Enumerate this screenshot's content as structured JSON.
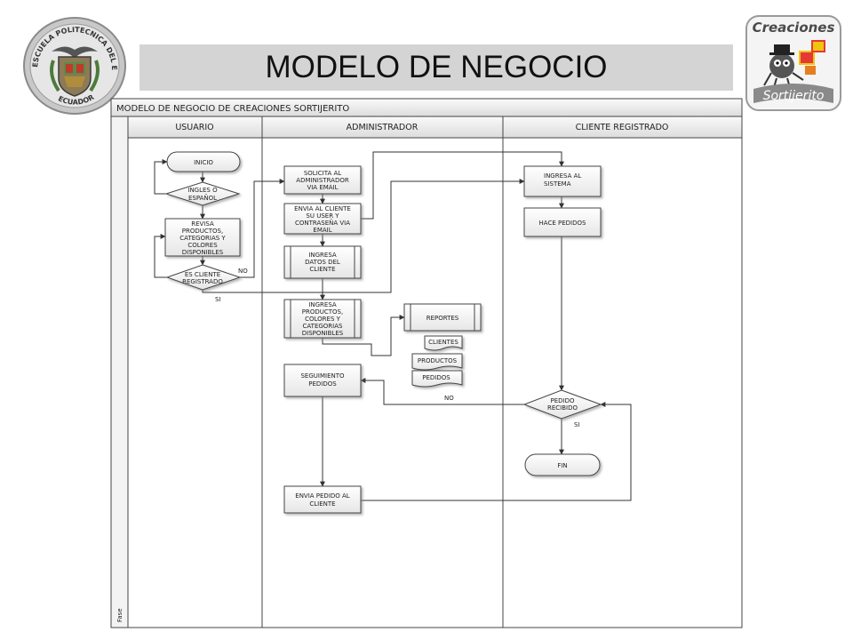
{
  "page": {
    "title": "MODELO DE NEGOCIO"
  },
  "logos": {
    "left": {
      "arc_text": "ESCUELA POLITECNICA DEL EJERCITO",
      "bottom_text": "ECUADOR"
    },
    "right": {
      "top_text": "Creaciones",
      "bottom_text": "Sortijerito"
    }
  },
  "diagram": {
    "header": "MODELO DE NEGOCIO DE CREACIONES SORTIJERITO",
    "phase_label": "Fase",
    "lanes": [
      "USUARIO",
      "ADMINISTRADOR",
      "CLIENTE REGISTRADO"
    ],
    "nodes": {
      "inicio": "INICIO",
      "ingles": [
        "INGLES O",
        "ESPAÑOL"
      ],
      "revisa": [
        "REVISA",
        "PRODUCTOS,",
        "CATEGORIAS Y",
        "COLORES",
        "DISPONIBLES"
      ],
      "es_cliente": [
        "ES CLIENTE",
        "REGISTRADO"
      ],
      "solicita": [
        "SOLICITA AL",
        "ADMINISTRADOR",
        "VIA EMAIL"
      ],
      "envia_cliente": [
        "ENVIA AL CLIENTE",
        "SU USER Y",
        "CONTRASEÑA VIA",
        "EMAIL"
      ],
      "ingresa_datos": [
        "INGRESA",
        "DATOS DEL",
        "CLIENTE"
      ],
      "ingresa_productos": [
        "INGRESA",
        "PRODUCTOS,",
        "COLORES Y",
        "CATEGORIAS",
        "DISPONIBLES"
      ],
      "reportes": "REPORTES",
      "clientes": "CLIENTES",
      "productos": "PRODUCTOS",
      "pedidos": "PEDIDOS",
      "seguimiento": [
        "SEGUIMIENTO",
        "PEDIDOS"
      ],
      "envia_pedido": [
        "ENVIA PEDIDO AL",
        "CLIENTE"
      ],
      "ingresa_sistema": [
        "INGRESA AL",
        "SISTEMA"
      ],
      "hace_pedidos": "HACE PEDIDOS",
      "pedido_recibido": [
        "PEDIDO",
        "RECIBIDO"
      ],
      "fin": "FIN"
    },
    "edge_labels": {
      "no_cliente": "NO",
      "si_cliente": "SI",
      "no_pedido": "NO",
      "si_pedido": "SI"
    }
  }
}
